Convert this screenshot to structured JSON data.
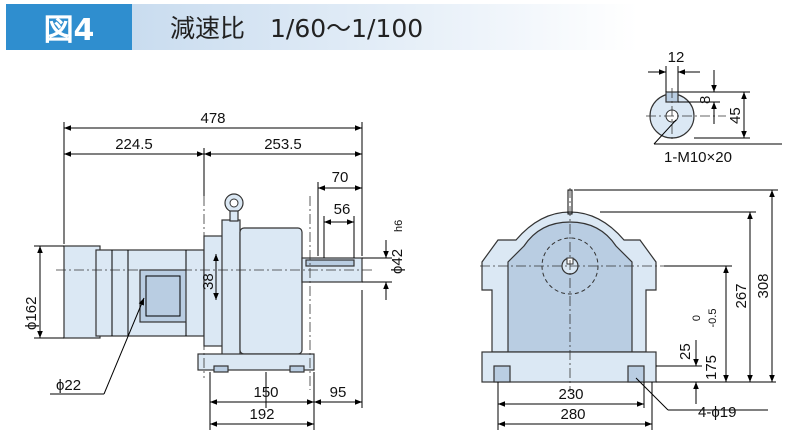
{
  "figure": {
    "number": "図4",
    "title": "減速比　1/60～1/100"
  },
  "side_view": {
    "overall_length": "478",
    "motor_section": "224.5",
    "reducer_section": "253.5",
    "shaft_offset": "70",
    "key_length": "56",
    "shaft_diameter_prefix": "ϕ42",
    "shaft_tolerance": "h6",
    "key_height_offset": "38",
    "motor_diameter": "ϕ162",
    "drive_diameter": "ϕ22",
    "foot_inner": "150",
    "foot_end": "95",
    "foot_overall": "192"
  },
  "front_view": {
    "foot_inner": "230",
    "foot_overall": "280",
    "center_height": "267",
    "overall_height": "308",
    "shaft_height": "175",
    "height_tolerance_upper": "0",
    "height_tolerance_lower": "-0.5",
    "foot_thickness": "25",
    "bolt_holes": "4-ϕ19"
  },
  "shaft_end_detail": {
    "key_width": "12",
    "key_depth": "8",
    "tapped_height": "45",
    "tapped_hole": "1-M10×20"
  }
}
